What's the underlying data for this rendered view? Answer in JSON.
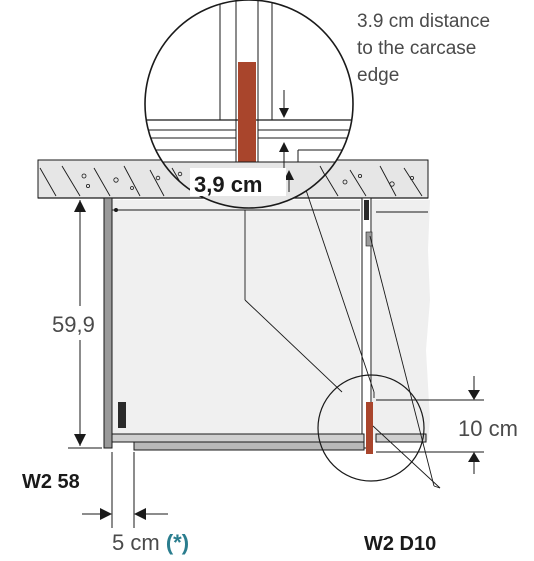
{
  "callout": {
    "line1": "3.9 cm distance",
    "line2": "to the carcase",
    "line3": "edge"
  },
  "labels": {
    "inset_distance": "3,9 cm",
    "height_dim": "59,9",
    "right_dim": "10 cm",
    "left_code": "W2 58",
    "right_code": "W2 D10",
    "bottom_dim": "5 cm",
    "asterisk": "(*)"
  },
  "colors": {
    "strip": "#a9452c",
    "accent_asterisk": "#2a7d8e",
    "panel_gray": "#efefef",
    "hatch_fill": "#e6e6e6",
    "line": "#1a1a1a"
  }
}
